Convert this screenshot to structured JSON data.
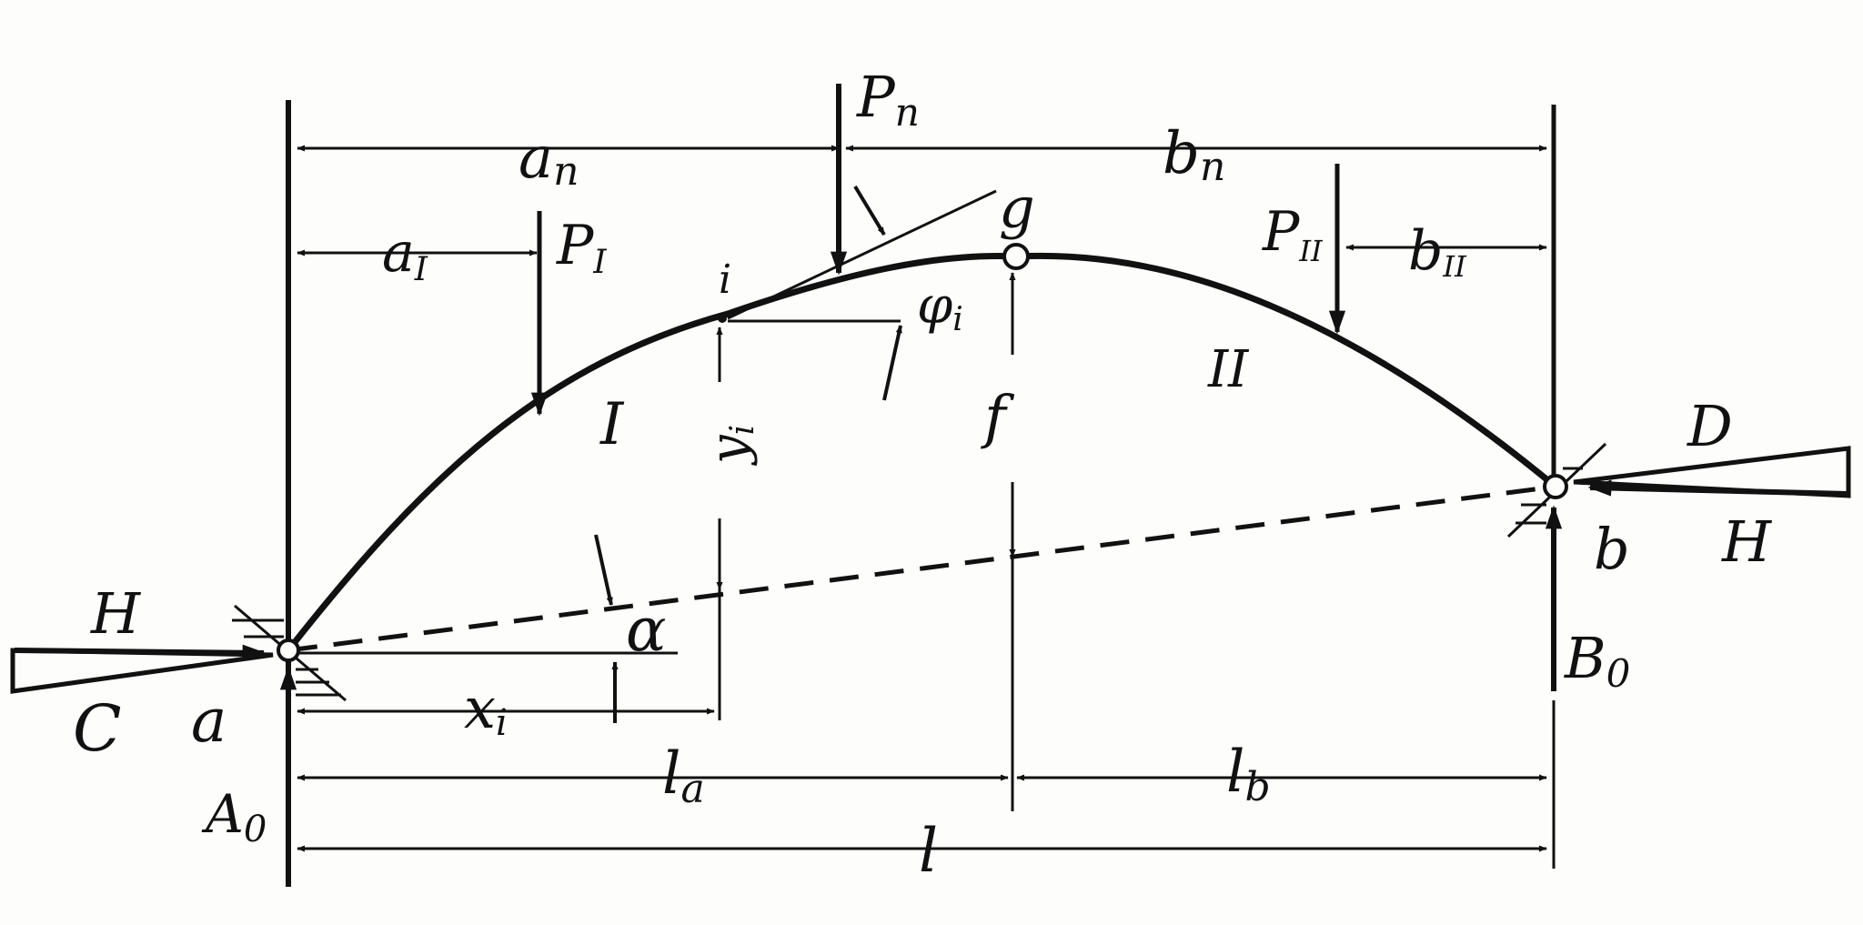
{
  "diagram": {
    "labels": {
      "a_n": "a",
      "a_n_sub": "n",
      "b_n": "b",
      "b_n_sub": "n",
      "P_n": "P",
      "P_n_sub": "n",
      "a_I": "a",
      "a_I_sub": "I",
      "P_I": "P",
      "P_I_sub": "I",
      "P_II": "P",
      "P_II_sub": "II",
      "b_II": "b",
      "b_II_sub": "II",
      "g": "g",
      "i": "i",
      "phi_i": "φ",
      "phi_i_sub": "i",
      "f": "f",
      "I": "I",
      "II": "II",
      "y_i": "y",
      "y_i_sub": "i",
      "D": "D",
      "H_right": "H",
      "b": "b",
      "B_0": "B",
      "B_0_sub": "0",
      "H_left": "H",
      "alpha": "α",
      "C": "C",
      "a": "a",
      "A_0": "A",
      "A_0_sub": "0",
      "x_i": "x",
      "x_i_sub": "i",
      "l_a": "l",
      "l_a_sub": "a",
      "l_b": "l",
      "l_b_sub": "b",
      "l": "l"
    },
    "colors": {
      "ink": "#111111",
      "paper": "#fdfdfc"
    }
  }
}
